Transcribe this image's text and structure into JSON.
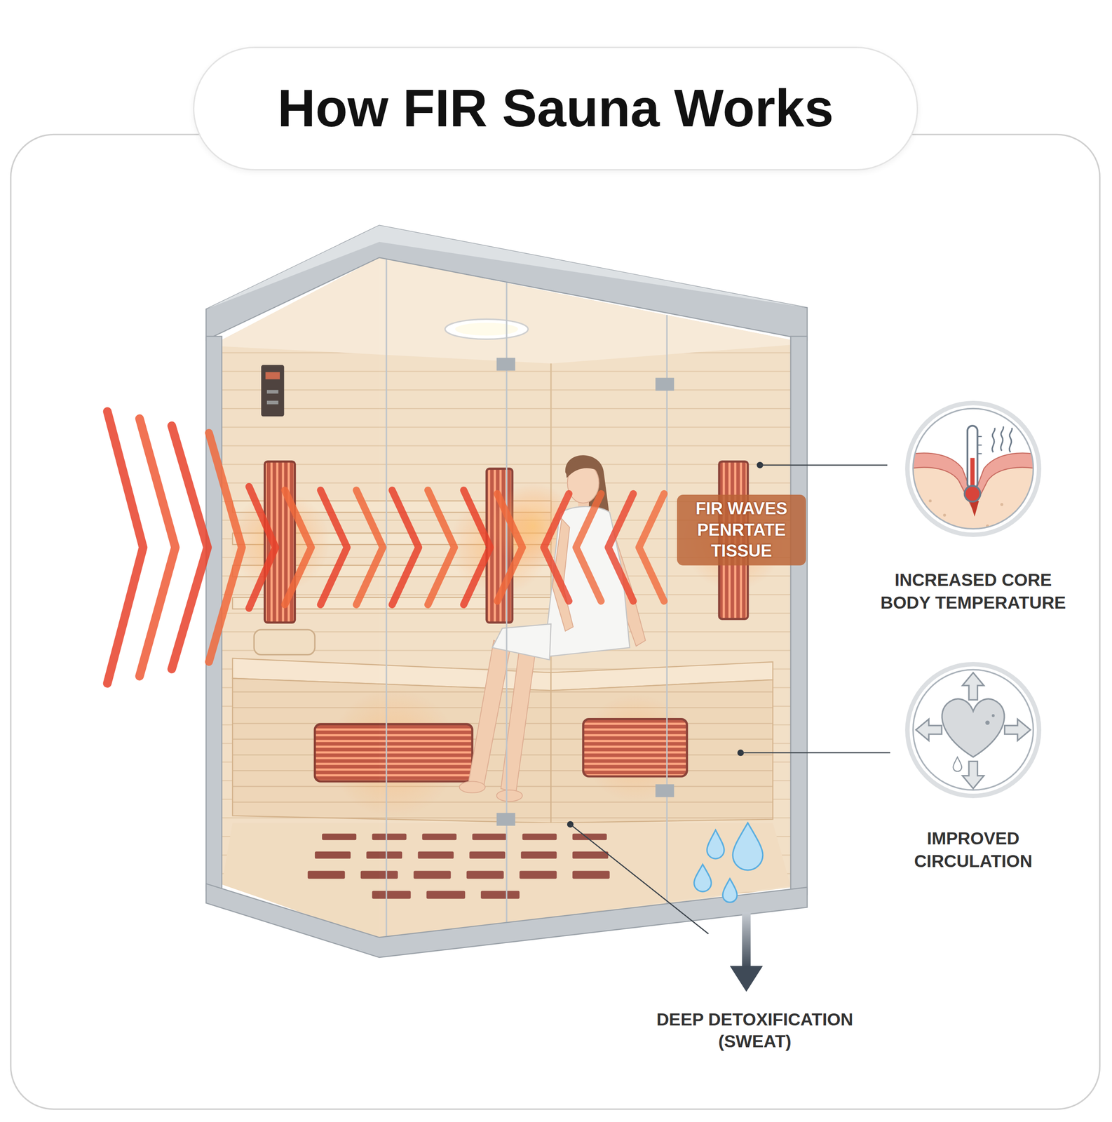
{
  "diagram": {
    "title": "How FIR Sauna Works",
    "nodes": [
      {
        "text": [
          "INCREASED CORE BODY TEMPERATURE"
        ]
      },
      {
        "text": [
          "IMPROVED CIRCULATION"
        ]
      }
    ],
    "labels": [
      "FIR WAVES PENRTATE TISSUE",
      "DEEP DETOXIFICATION (SWEAT)"
    ]
  }
}
